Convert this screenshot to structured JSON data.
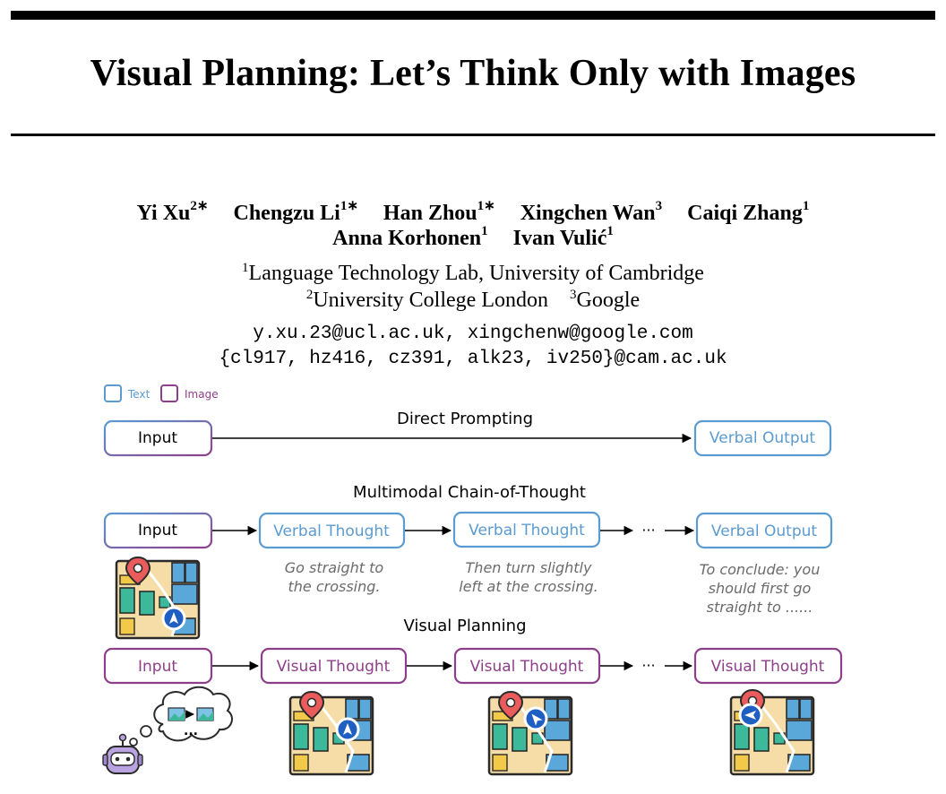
{
  "paper": {
    "title": "Visual Planning: Let’s Think Only with Images",
    "authors_line1": [
      {
        "name": "Yi Xu",
        "sup": "2∗"
      },
      {
        "name": "Chengzu Li",
        "sup": "1∗"
      },
      {
        "name": "Han Zhou",
        "sup": "1∗"
      },
      {
        "name": "Xingchen Wan",
        "sup": "3"
      },
      {
        "name": "Caiqi Zhang",
        "sup": "1"
      }
    ],
    "authors_line2": [
      {
        "name": "Anna Korhonen",
        "sup": "1"
      },
      {
        "name": "Ivan Vulić",
        "sup": "1"
      }
    ],
    "affiliations": {
      "a1_sup": "1",
      "a1": "Language Technology Lab, University of Cambridge",
      "a2_sup": "2",
      "a2": "University College London",
      "a3_sup": "3",
      "a3": "Google"
    },
    "emails": [
      "y.xu.23@ucl.ac.uk, xingchenw@google.com",
      "{cl917, hz416, cz391, alk23, iv250}@cam.ac.uk"
    ]
  },
  "figure": {
    "legend": {
      "text": "Text",
      "image": "Image"
    },
    "colors": {
      "text": "#5b9bd0",
      "image": "#8e3f8a",
      "input_grad_from": "#5b9bd0",
      "input_grad_to": "#8e3f8a",
      "arrow": "#000000"
    },
    "direct": {
      "caption": "Direct Prompting",
      "input": "Input",
      "output": "Verbal Output"
    },
    "mcot": {
      "caption": "Multimodal Chain-of-Thought",
      "input": "Input",
      "thought1": "Verbal Thought",
      "thought2": "Verbal Thought",
      "ellipsis": "···",
      "output": "Verbal Output",
      "note1": [
        "Go straight to",
        "the crossing."
      ],
      "note2": [
        "Then turn slightly",
        "left at the crossing."
      ],
      "note3": [
        "To conclude: you",
        "should first go",
        "straight to ......"
      ]
    },
    "vp": {
      "caption": "Visual Planning",
      "input": "Input",
      "thought1": "Visual Thought",
      "thought2": "Visual Thought",
      "ellipsis": "···",
      "thought3": "Visual Thought",
      "bubble_ellipsis": "..."
    },
    "icons": [
      "map-icon",
      "robot-icon",
      "thought-bubble-icon",
      "location-pin-icon",
      "navigation-arrow-icon"
    ]
  }
}
